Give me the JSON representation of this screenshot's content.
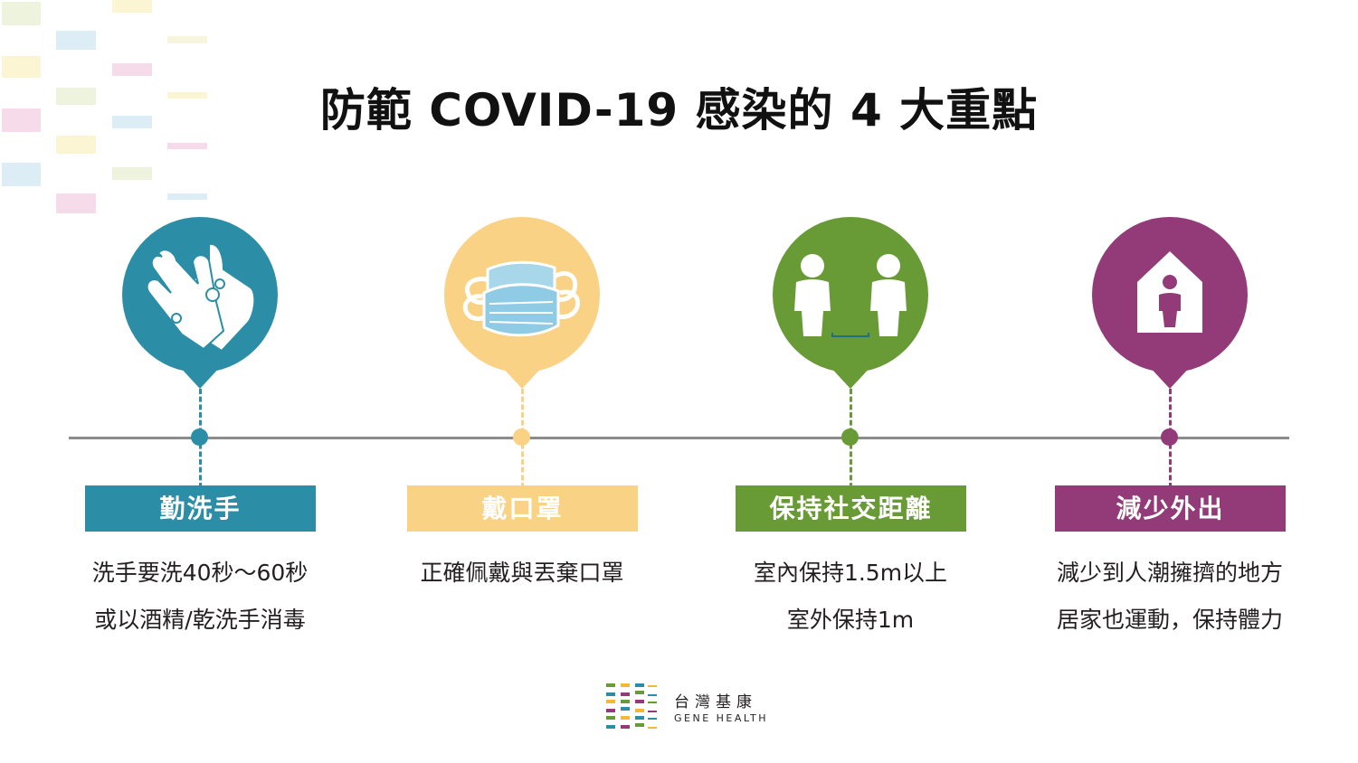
{
  "title": "防範 COVID-19 感染的 4 大重點",
  "colors": {
    "teal": "#2c8ea6",
    "yellow": "#f9d285",
    "green": "#689a35",
    "purple": "#923b78",
    "timeline": "#8c8c8c"
  },
  "items": [
    {
      "label": "勤洗手",
      "icon": "washing-hands-icon",
      "lines": [
        "洗手要洗40秒～60秒",
        "或以酒精/乾洗手消毒"
      ]
    },
    {
      "label": "戴口罩",
      "icon": "face-mask-icon",
      "lines": [
        "正確佩戴與丟棄口罩"
      ]
    },
    {
      "label": "保持社交距離",
      "icon": "social-distance-icon",
      "lines": [
        "室內保持1.5m以上",
        "室外保持1m"
      ]
    },
    {
      "label": "減少外出",
      "icon": "stay-home-icon",
      "lines": [
        "減少到人潮擁擠的地方",
        "居家也運動，保持體力"
      ]
    }
  ],
  "logo": {
    "name_cn": "台灣基康",
    "name_en": "GENE HEALTH"
  }
}
